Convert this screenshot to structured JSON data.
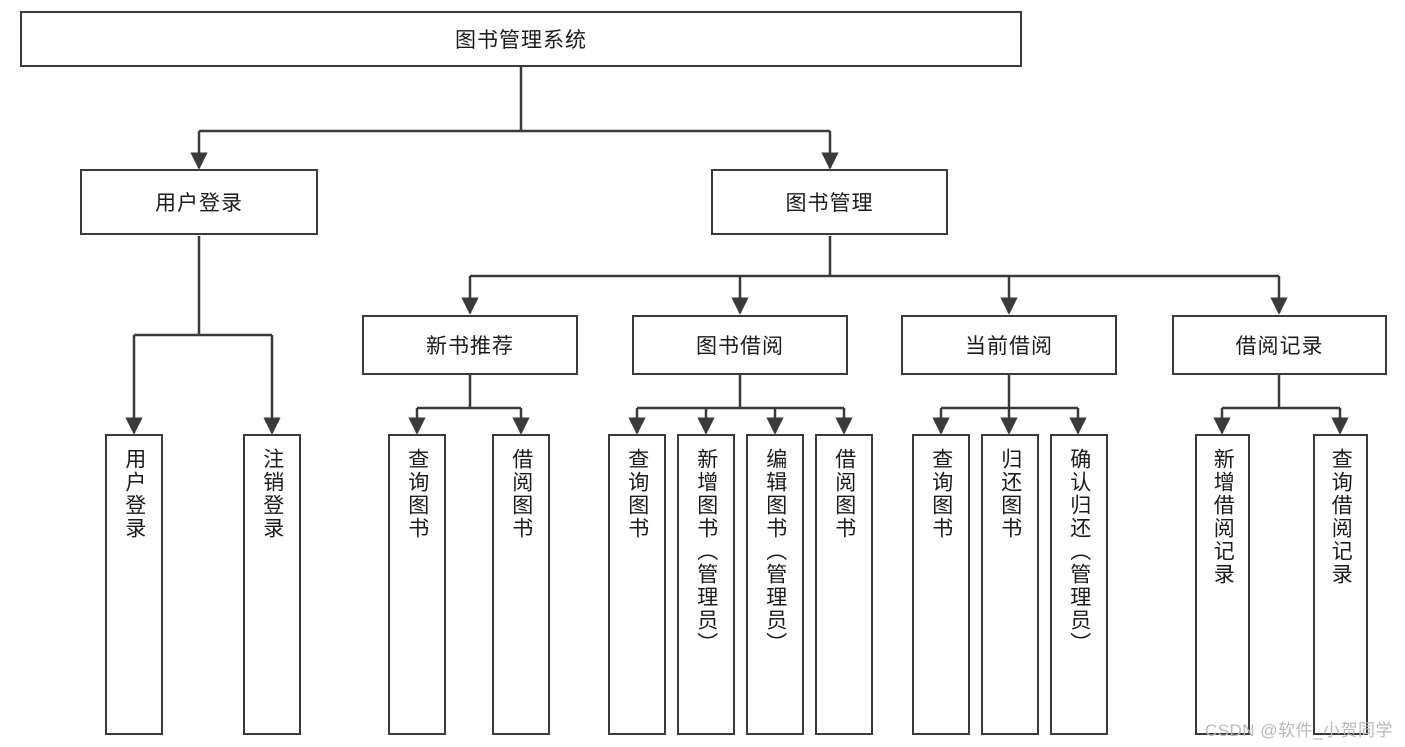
{
  "diagram": {
    "title": "图书管理系统",
    "watermark": "CSDN @软件_小贺同学",
    "colors": {
      "stroke": "#3a3a3a",
      "fill": "#ffffff",
      "text": "#1b1b1b",
      "watermark": "#b9b9b9"
    },
    "root": {
      "label": "图书管理系统"
    },
    "level2": [
      {
        "label": "用户登录"
      },
      {
        "label": "图书管理"
      }
    ],
    "level3": [
      {
        "label": "新书推荐"
      },
      {
        "label": "图书借阅"
      },
      {
        "label": "当前借阅"
      },
      {
        "label": "借阅记录"
      }
    ],
    "leaves": {
      "user_login": [
        {
          "label": "用户登录"
        },
        {
          "label": "注销登录"
        }
      ],
      "new_book_recommend": [
        {
          "label": "查询图书"
        },
        {
          "label": "借阅图书"
        }
      ],
      "book_borrow": [
        {
          "label": "查询图书"
        },
        {
          "label": "新增图书（管理员）"
        },
        {
          "label": "编辑图书（管理员）"
        },
        {
          "label": "借阅图书"
        }
      ],
      "current_borrow": [
        {
          "label": "查询图书"
        },
        {
          "label": "归还图书"
        },
        {
          "label": "确认归还（管理员）"
        }
      ],
      "borrow_record": [
        {
          "label": "新增借阅记录"
        },
        {
          "label": "查询借阅记录"
        }
      ]
    }
  }
}
